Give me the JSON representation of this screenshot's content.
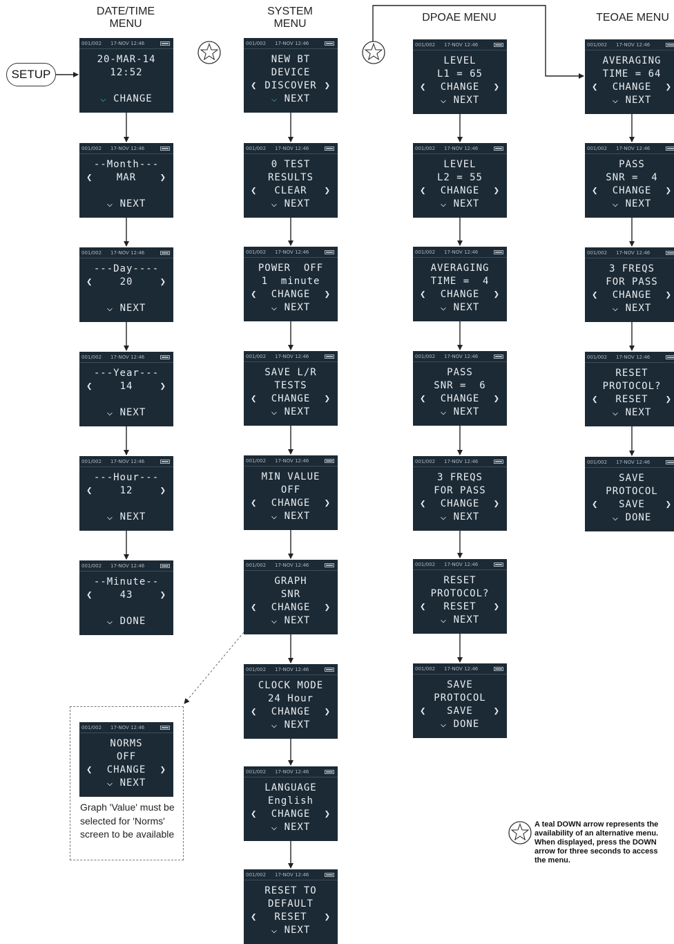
{
  "status_bar": {
    "counter": "001/002",
    "date": "17-NOV 12:46"
  },
  "colors": {
    "screen_bg": "#1c2a35",
    "screen_text": "#e8eef2",
    "teal_arrow": "#2fa89a"
  },
  "setup_label": "SETUP",
  "columns": [
    {
      "title": [
        "DATE/TIME",
        "MENU"
      ],
      "screens": [
        {
          "lines": [
            "20-MAR-14",
            "12:52",
            "",
            "CHANGE"
          ],
          "left_arrow": false,
          "down_teal": true
        },
        {
          "lines": [
            "--Month---",
            "MAR",
            "",
            "NEXT"
          ],
          "arrow_line": 2
        },
        {
          "lines": [
            "---Day----",
            "20",
            "",
            "NEXT"
          ],
          "arrow_line": 2
        },
        {
          "lines": [
            "---Year---",
            "14",
            "",
            "NEXT"
          ],
          "arrow_line": 2
        },
        {
          "lines": [
            "---Hour---",
            "12",
            "",
            "NEXT"
          ],
          "arrow_line": 2
        },
        {
          "lines": [
            "--Minute--",
            "43",
            "",
            "DONE"
          ],
          "arrow_line": 2
        }
      ]
    },
    {
      "title": [
        "SYSTEM",
        "MENU"
      ],
      "screens": [
        {
          "lines": [
            "NEW BT",
            "DEVICE",
            "DISCOVER",
            "NEXT"
          ],
          "arrow_line": 3,
          "down_teal": true
        },
        {
          "lines": [
            "0 TEST",
            "RESULTS",
            "CLEAR",
            "NEXT"
          ],
          "arrow_line": 3
        },
        {
          "lines": [
            "POWER  OFF",
            "1  minute",
            "CHANGE",
            "NEXT"
          ],
          "arrow_line": 3
        },
        {
          "lines": [
            "SAVE L/R",
            "TESTS",
            "CHANGE",
            "NEXT"
          ],
          "arrow_line": 3
        },
        {
          "lines": [
            "MIN VALUE",
            "OFF",
            "CHANGE",
            "NEXT"
          ],
          "arrow_line": 3
        },
        {
          "lines": [
            "GRAPH",
            "SNR",
            "CHANGE",
            "NEXT"
          ],
          "arrow_line": 3
        },
        {
          "lines": [
            "CLOCK MODE",
            "24 Hour",
            "CHANGE",
            "NEXT"
          ],
          "arrow_line": 3
        },
        {
          "lines": [
            "LANGUAGE",
            "English",
            "CHANGE",
            "NEXT"
          ],
          "arrow_line": 3
        },
        {
          "lines": [
            "RESET TO",
            "DEFAULT",
            "RESET",
            "NEXT"
          ],
          "arrow_line": 3
        }
      ]
    },
    {
      "title": [
        "DPOAE MENU"
      ],
      "screens": [
        {
          "lines": [
            "LEVEL",
            "L1 = 65",
            "CHANGE",
            "NEXT"
          ],
          "arrow_line": 3
        },
        {
          "lines": [
            "LEVEL",
            "L2 = 55",
            "CHANGE",
            "NEXT"
          ],
          "arrow_line": 3
        },
        {
          "lines": [
            "AVERAGING",
            "TIME =  4",
            "CHANGE",
            "NEXT"
          ],
          "arrow_line": 3
        },
        {
          "lines": [
            "PASS",
            "SNR =  6",
            "CHANGE",
            "NEXT"
          ],
          "arrow_line": 3
        },
        {
          "lines": [
            "3 FREQS",
            "FOR PASS",
            "CHANGE",
            "NEXT"
          ],
          "arrow_line": 3
        },
        {
          "lines": [
            "RESET",
            "PROTOCOL?",
            "RESET",
            "NEXT"
          ],
          "arrow_line": 3
        },
        {
          "lines": [
            "SAVE",
            "PROTOCOL",
            "SAVE",
            "DONE"
          ],
          "arrow_line": 3
        }
      ]
    },
    {
      "title": [
        "TEOAE MENU"
      ],
      "screens": [
        {
          "lines": [
            "AVERAGING",
            "TIME = 64",
            "CHANGE",
            "NEXT"
          ],
          "arrow_line": 3
        },
        {
          "lines": [
            "PASS",
            "SNR =  4",
            "CHANGE",
            "NEXT"
          ],
          "arrow_line": 3
        },
        {
          "lines": [
            "3 FREQS",
            "FOR PASS",
            "CHANGE",
            "NEXT"
          ],
          "arrow_line": 3
        },
        {
          "lines": [
            "RESET",
            "PROTOCOL?",
            "RESET",
            "NEXT"
          ],
          "arrow_line": 3
        },
        {
          "lines": [
            "SAVE",
            "PROTOCOL",
            "SAVE",
            "DONE"
          ],
          "arrow_line": 3
        }
      ]
    }
  ],
  "norms_screen": {
    "lines": [
      "NORMS",
      "OFF",
      "CHANGE",
      "NEXT"
    ],
    "arrow_line": 3
  },
  "norms_note": "Graph 'Value' must be selected for 'Norms' screen to be available",
  "legend_note": "A teal DOWN arrow represents the availability of an alternative menu.  When displayed, press the DOWN arrow for three seconds to access the menu."
}
